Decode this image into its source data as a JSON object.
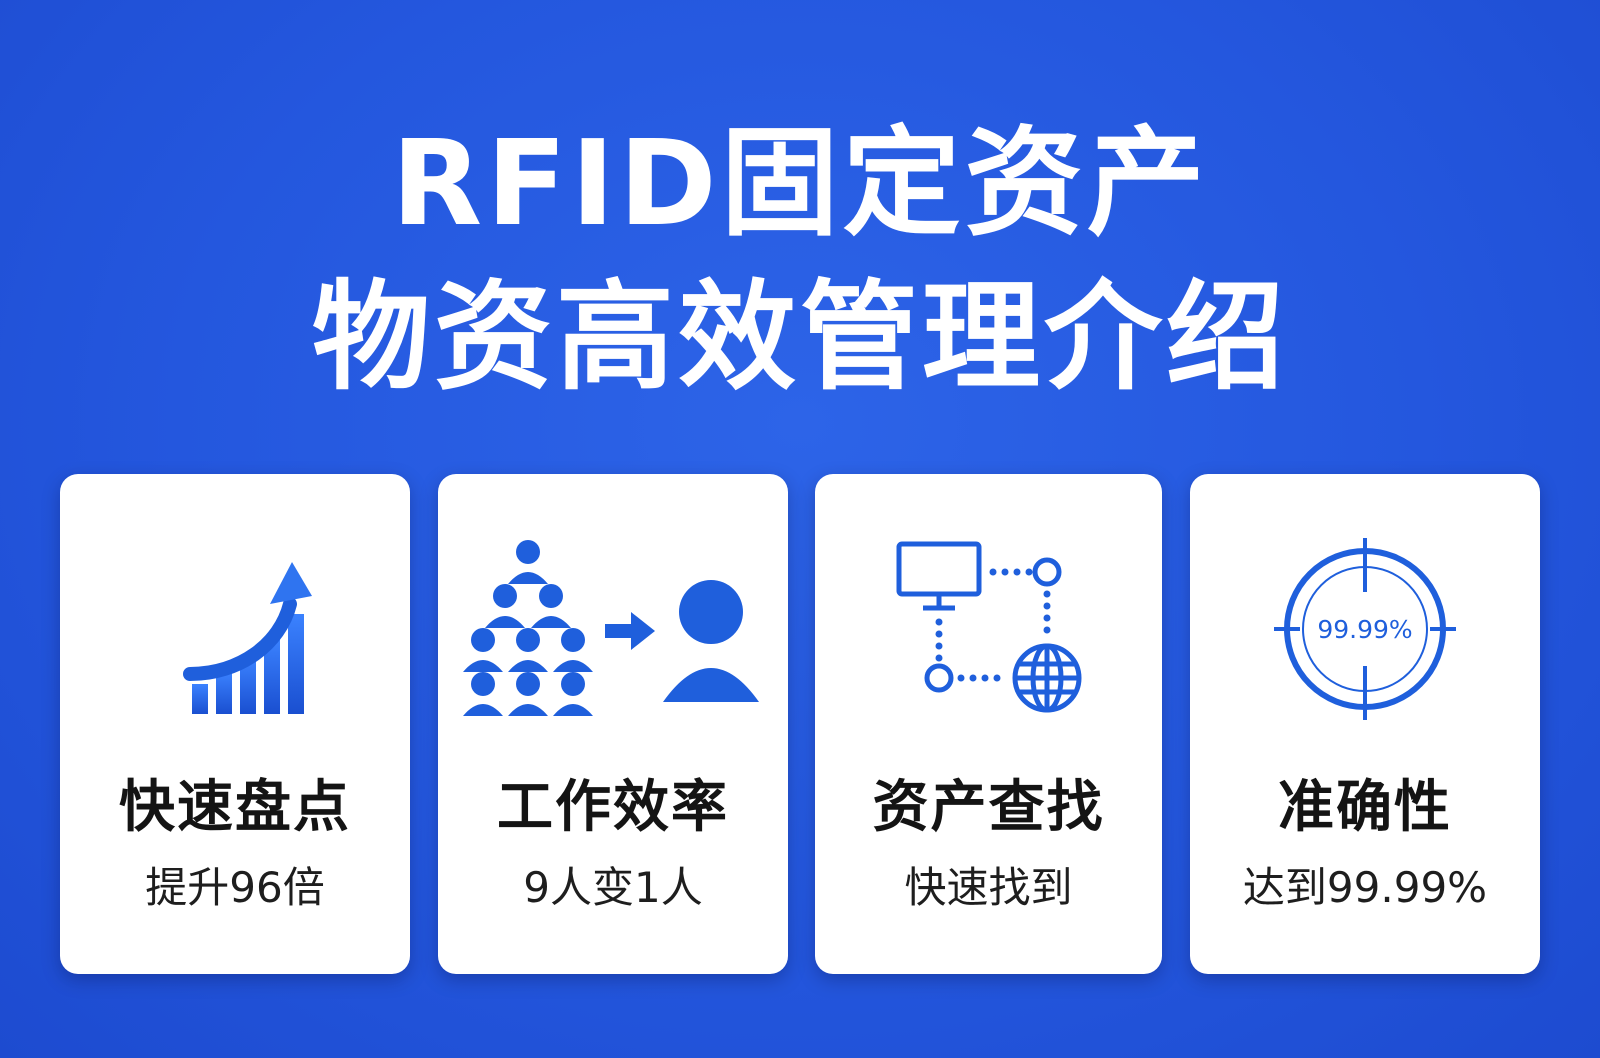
{
  "title": {
    "line1": "RFID固定资产",
    "line2": "物资高效管理介绍"
  },
  "cards": [
    {
      "title": "快速盘点",
      "subtitle": "提升96倍",
      "icon": "rising-bar-chart-icon"
    },
    {
      "title": "工作效率",
      "subtitle": "9人变1人",
      "icon": "people-to-one-icon"
    },
    {
      "title": "资产查找",
      "subtitle": "快速找到",
      "icon": "network-globe-icon"
    },
    {
      "title": "准确性",
      "subtitle": "达到99.99%",
      "icon": "target-icon",
      "icon_text": "99.99%"
    }
  ],
  "colors": {
    "background": "#2457de",
    "card": "#ffffff",
    "icon_blue": "#1f5fdc"
  }
}
